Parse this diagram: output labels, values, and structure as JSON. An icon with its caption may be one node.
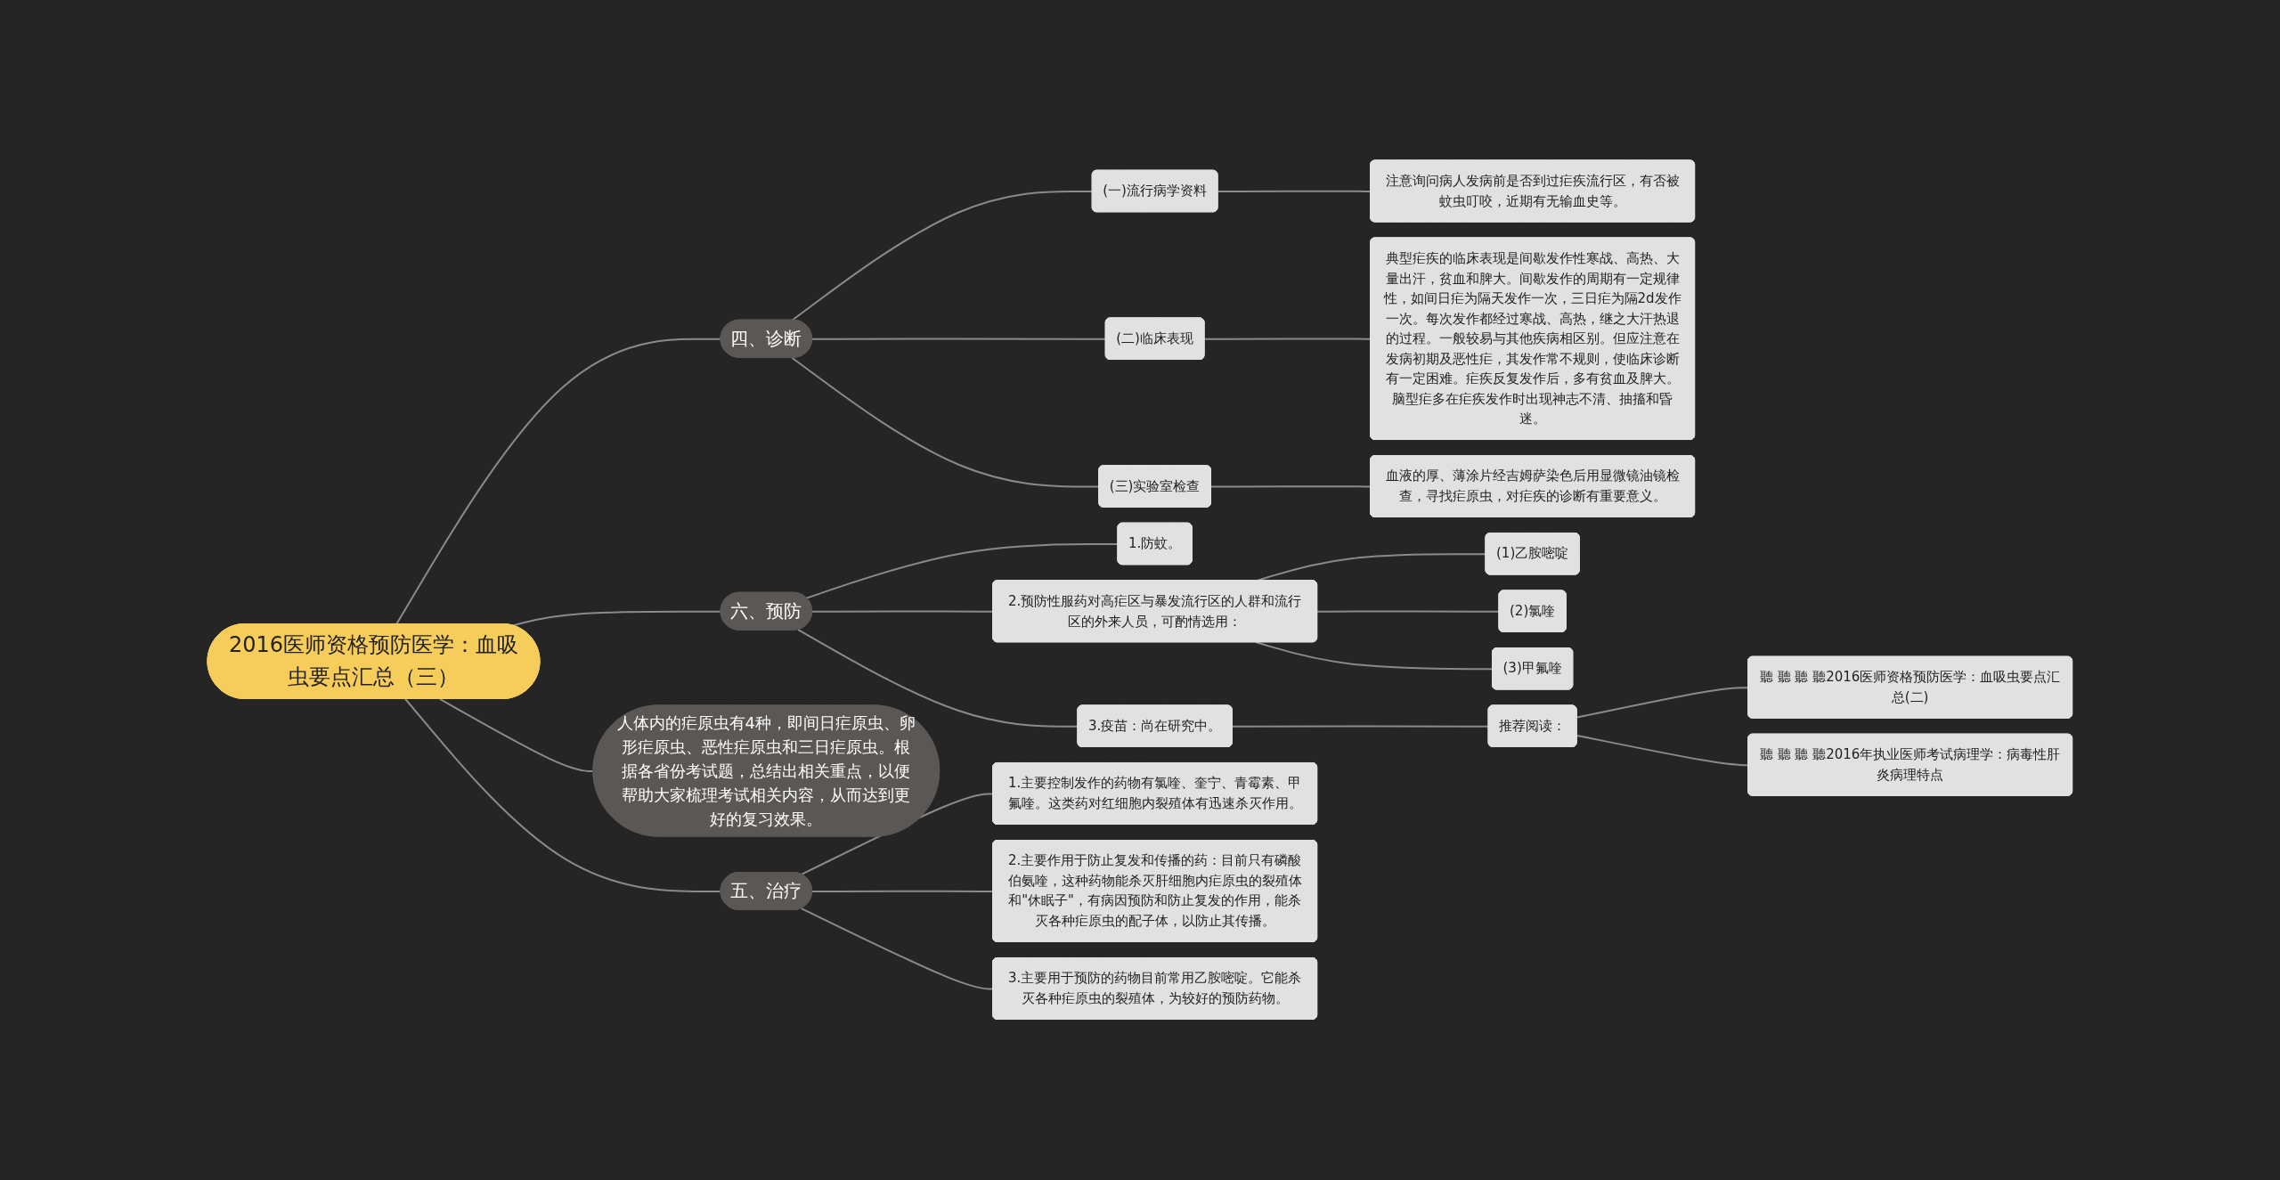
{
  "diagram": {
    "nodes": [
      {
        "text": [
          "2016医师资格预防医学：血吸虫要点汇总（三）"
        ]
      },
      {
        "text": [
          "四、诊断"
        ]
      },
      {
        "text": [
          "(一)流行病学资料"
        ]
      },
      {
        "text": [
          "注意询问病人发病前是否到过疟疾流行区，有否被蚊虫叮咬，近期有无输血史等。"
        ]
      },
      {
        "text": [
          "(二)临床表现"
        ]
      },
      {
        "text": [
          "典型疟疾的临床表现是间歇发作性寒战、高热、大量出汗，贫血和脾大。间歇发作的周期有一定规律性，如间日疟为隔天发作一次，三日疟为隔2d发作一次。每次发作都经过寒战、高热，继之大汗热退的过程。一般较易与其他疾病相区别。但应注意在发病初期及恶性疟，其发作常不规则，使临床诊断有一定困难。疟疾反复发作后，多有贫血及脾大。脑型疟多在疟疾发作时出现神志不清、抽搐和昏迷。"
        ]
      },
      {
        "text": [
          "(三)实验室检查"
        ]
      },
      {
        "text": [
          "血液的厚、薄涂片经吉姆萨染色后用显微镜油镜检查，寻找疟原虫，对疟疾的诊断有重要意义。"
        ]
      },
      {
        "text": [
          "六、预防"
        ]
      },
      {
        "text": [
          "1.防蚊。"
        ]
      },
      {
        "text": [
          "2.预防性服药对高疟区与暴发流行区的人群和流行区的外来人员，可酌情选用："
        ]
      },
      {
        "text": [
          "(1)乙胺嘧啶"
        ]
      },
      {
        "text": [
          "(2)氯喹"
        ]
      },
      {
        "text": [
          "(3)甲氟喹"
        ]
      },
      {
        "text": [
          "3.疫苗：尚在研究中。"
        ]
      },
      {
        "text": [
          "推荐阅读："
        ]
      },
      {
        "text": [
          "聽 聽 聽 聽2016医师资格预防医学：血吸虫要点汇总(二)"
        ]
      },
      {
        "text": [
          "聽 聽 聽 聽2016年执业医师考试病理学：病毒性肝炎病理特点"
        ]
      },
      {
        "text": [
          "人体内的疟原虫有4种，即间日疟原虫、卵形疟原虫、恶性疟原虫和三日疟原虫。根据各省份考试题，总结出相关重点，以便帮助大家梳理考试相关内容，从而达到更好的复习效果。"
        ]
      },
      {
        "text": [
          "五、治疗"
        ]
      },
      {
        "text": [
          "1.主要控制发作的药物有氯喹、奎宁、青霉素、甲氟喹。这类药对红细胞内裂殖体有迅速杀灭作用。"
        ]
      },
      {
        "text": [
          "2.主要作用于防止复发和传播的药：目前只有磷酸伯氨喹，这种药物能杀灭肝细胞内疟原虫的裂殖体和\"休眠子\"，有病因预防和防止复发的作用，能杀灭各种疟原虫的配子体，以防止其传播。"
        ]
      },
      {
        "text": [
          "3.主要用于预防的药物目前常用乙胺嘧啶。它能杀灭各种疟原虫的裂殖体，为较好的预防药物。"
        ]
      }
    ],
    "edges": [
      {
        "from": 0,
        "to": 1,
        "arrow": "none"
      },
      {
        "from": 1,
        "to": 2,
        "arrow": "none"
      },
      {
        "from": 2,
        "to": 3,
        "arrow": "none"
      },
      {
        "from": 1,
        "to": 4,
        "arrow": "none"
      },
      {
        "from": 4,
        "to": 5,
        "arrow": "none"
      },
      {
        "from": 1,
        "to": 6,
        "arrow": "none"
      },
      {
        "from": 6,
        "to": 7,
        "arrow": "none"
      },
      {
        "from": 0,
        "to": 8,
        "arrow": "none"
      },
      {
        "from": 8,
        "to": 9,
        "arrow": "none"
      },
      {
        "from": 8,
        "to": 10,
        "arrow": "none"
      },
      {
        "from": 10,
        "to": 11,
        "arrow": "none"
      },
      {
        "from": 10,
        "to": 12,
        "arrow": "none"
      },
      {
        "from": 10,
        "to": 13,
        "arrow": "none"
      },
      {
        "from": 8,
        "to": 14,
        "arrow": "none"
      },
      {
        "from": 14,
        "to": 15,
        "arrow": "none"
      },
      {
        "from": 15,
        "to": 16,
        "arrow": "none"
      },
      {
        "from": 15,
        "to": 17,
        "arrow": "none"
      },
      {
        "from": 0,
        "to": 18,
        "arrow": "none"
      },
      {
        "from": 0,
        "to": 19,
        "arrow": "none"
      },
      {
        "from": 19,
        "to": 20,
        "arrow": "none"
      },
      {
        "from": 19,
        "to": 21,
        "arrow": "none"
      },
      {
        "from": 19,
        "to": 22,
        "arrow": "none"
      }
    ]
  }
}
